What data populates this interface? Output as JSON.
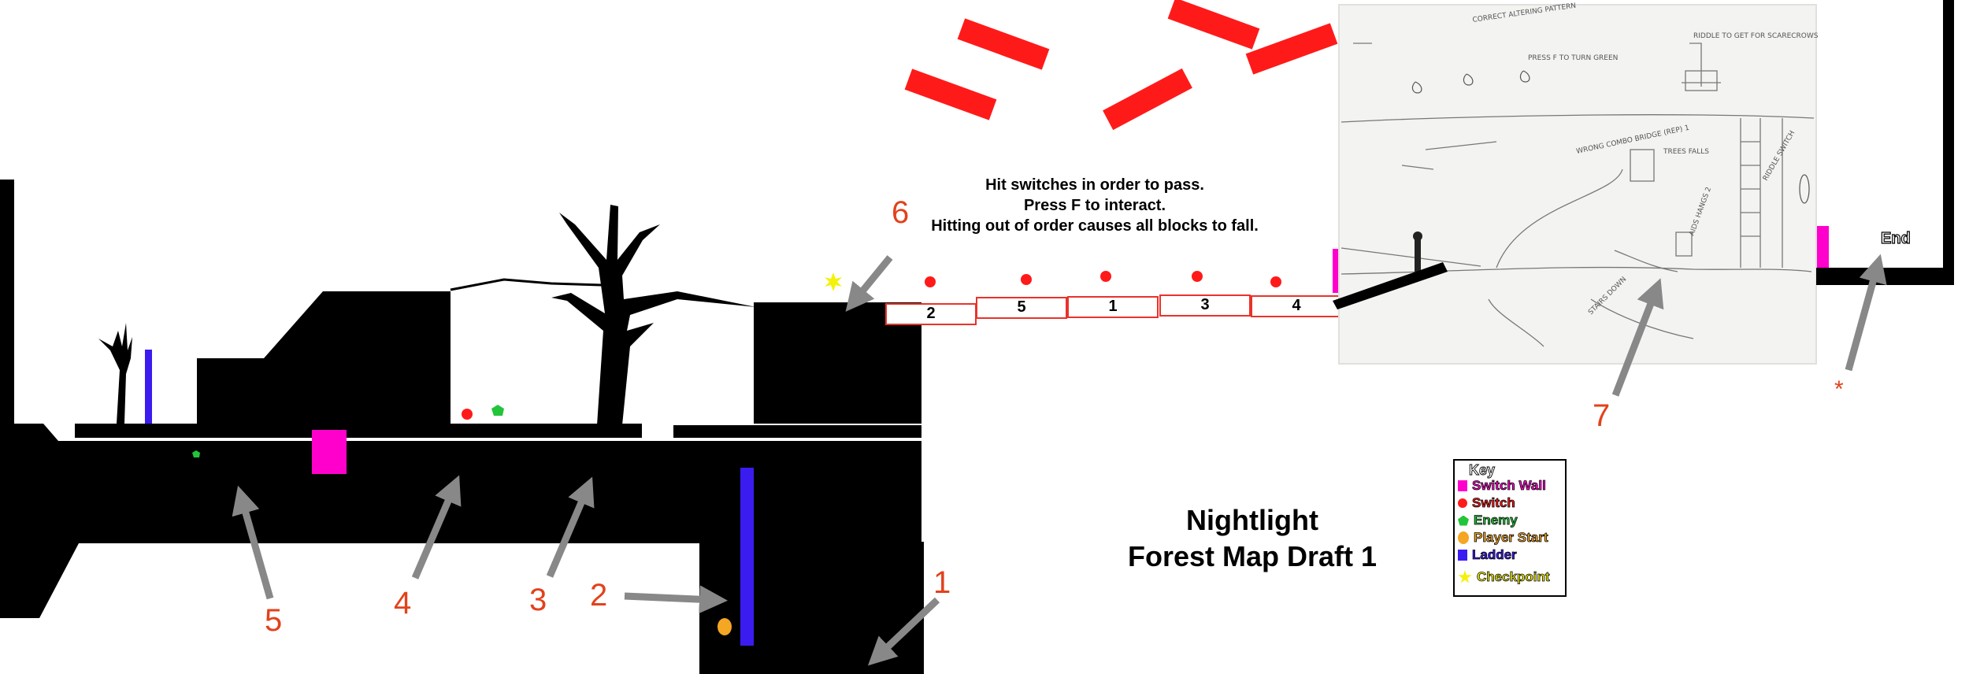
{
  "title": {
    "line1": "Nightlight",
    "line2": "Forest Map Draft 1"
  },
  "instructions": {
    "line1": "Hit switches in order to pass.",
    "line2": "Press F to interact.",
    "line3": "Hitting out of order causes all blocks to fall."
  },
  "end_label": "End",
  "callouts": {
    "c1": "1",
    "c2": "2",
    "c3": "3",
    "c4": "4",
    "c5": "5",
    "c6": "6",
    "c7": "7",
    "asterisk": "*"
  },
  "switch_blocks": [
    "2",
    "5",
    "1",
    "3",
    "4"
  ],
  "key": {
    "title": "Key",
    "items": [
      {
        "label": "Switch Wall",
        "color": "#ff00cc",
        "icon": "square-icon"
      },
      {
        "label": "Switch",
        "color": "#ff1a1a",
        "icon": "circle-icon"
      },
      {
        "label": "Enemy",
        "color": "#22c53a",
        "icon": "pentagon-icon"
      },
      {
        "label": "Player Start",
        "color": "#f5a623",
        "icon": "oval-icon"
      },
      {
        "label": "Ladder",
        "color": "#3a1cf0",
        "icon": "square-icon"
      },
      {
        "label": "Checkpoint",
        "color": "#f4f10a",
        "icon": "star-icon"
      }
    ]
  },
  "sketch_notes": {
    "n1": "CORRECT ALTERING PATTERN",
    "n2": "RIDDLE TO GET FOR SCARECROWS",
    "n3": "PRESS F TO TURN GREEN",
    "n4": "WRONG COMBO BRIDGE (REP) 1",
    "n5": "TREES FALLS",
    "n6": "RIDDLE SWITCH",
    "n7": "AIDS HANGS 2",
    "n8": "STAIRS DOWN"
  },
  "colors": {
    "switch_wall": "#ff00cc",
    "switch": "#ff1a1a",
    "enemy": "#22c53a",
    "player_start": "#f5a623",
    "ladder": "#3a1cf0",
    "checkpoint": "#f4f10a",
    "callout": "#e2421c",
    "arrow": "#888888"
  }
}
